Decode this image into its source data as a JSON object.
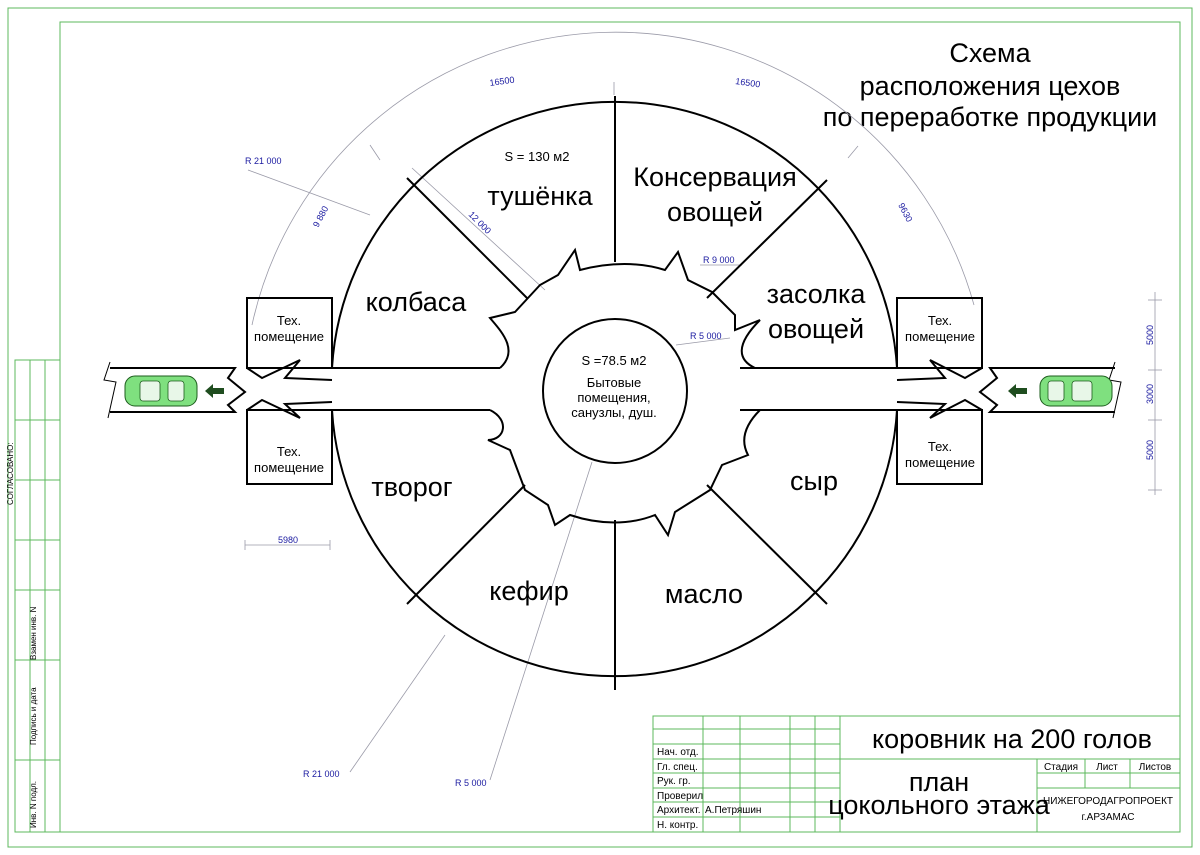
{
  "title": {
    "line1": "Схема",
    "line2": "расположения цехов",
    "line3": "по переработке продукции"
  },
  "rooms": {
    "tushenka": "тушёнка",
    "tushenka_area": "S =  130 м2",
    "konserv_1": "Консервация",
    "konserv_2": "овощей",
    "kolbasa": "колбаса",
    "zasolka_1": "засолка",
    "zasolka_2": "овощей",
    "tvorog": "творог",
    "syr": "сыр",
    "kefir": "кефир",
    "maslo": "масло"
  },
  "center": {
    "area": "S =78.5 м2",
    "line1": "Бытовые",
    "line2": "помещения,",
    "line3": "санузлы, душ."
  },
  "tech_rooms": {
    "line1": "Тех.",
    "line2": "помещение"
  },
  "dimensions": {
    "arc_left": "16500",
    "arc_right": "16500",
    "r21_top": "R 21 000",
    "chord_left": "9 880",
    "chord_right": "9630",
    "wall": "12 000",
    "r9": "R 9 000",
    "r5_top": "R 5 000",
    "width_tech": "5980",
    "r21_bottom": "R 21 000",
    "r5_bottom": "R 5 000",
    "right_5000_top": "5000",
    "right_3000": "3000",
    "right_5000_bottom": "5000"
  },
  "sidebar": {
    "soglasovano": "СОГЛАСОВАНО:",
    "vzamen": "Взамен инв. N",
    "podpis": "Подпись и дата",
    "inv": "Инв. N подл."
  },
  "title_block": {
    "project": "коровник на 200 голов",
    "sheet_line1": "план",
    "sheet_line2": "цокольного этажа",
    "stage": "Стадия",
    "sheet": "Лист",
    "sheets": "Листов",
    "org": "НИЖЕГОРОДАГРОПРОЕКТ",
    "city": "г.АРЗАМАС",
    "rows": [
      {
        "role": "Нач. отд.",
        "name": ""
      },
      {
        "role": "Гл. спец.",
        "name": ""
      },
      {
        "role": "Рук. гр.",
        "name": ""
      },
      {
        "role": "Проверил",
        "name": ""
      },
      {
        "role": "Архитект.",
        "name": "А.Петряшин"
      },
      {
        "role": "Н. контр.",
        "name": ""
      }
    ]
  },
  "colors": {
    "frame": "#5cb85c",
    "dimension_text": "#1a1aa0",
    "car": "#7fe07f",
    "arrow": "#1f4d1f"
  },
  "icons": [
    "car-icon-left",
    "car-icon-right",
    "arrow-left-icon"
  ]
}
